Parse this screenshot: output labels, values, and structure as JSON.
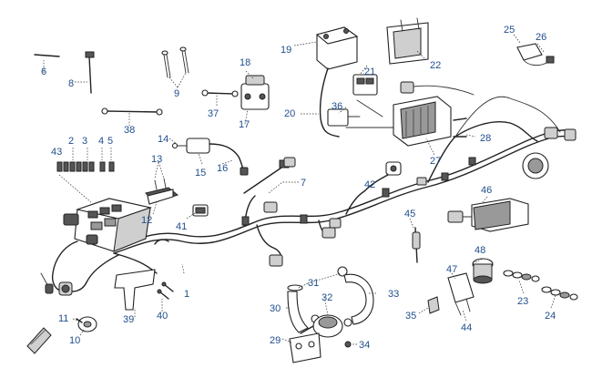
{
  "callouts": [
    {
      "id": "c1",
      "text": "1"
    },
    {
      "id": "c2",
      "text": "2"
    },
    {
      "id": "c3",
      "text": "3"
    },
    {
      "id": "c4",
      "text": "4"
    },
    {
      "id": "c5",
      "text": "5"
    },
    {
      "id": "c6",
      "text": "6"
    },
    {
      "id": "c7",
      "text": "7"
    },
    {
      "id": "c8",
      "text": "8"
    },
    {
      "id": "c9",
      "text": "9"
    },
    {
      "id": "c10",
      "text": "10"
    },
    {
      "id": "c11",
      "text": "11"
    },
    {
      "id": "c12",
      "text": "12"
    },
    {
      "id": "c13",
      "text": "13"
    },
    {
      "id": "c14",
      "text": "14"
    },
    {
      "id": "c15",
      "text": "15"
    },
    {
      "id": "c16",
      "text": "16"
    },
    {
      "id": "c17",
      "text": "17"
    },
    {
      "id": "c18",
      "text": "18"
    },
    {
      "id": "c19",
      "text": "19"
    },
    {
      "id": "c20",
      "text": "20"
    },
    {
      "id": "c21",
      "text": "21"
    },
    {
      "id": "c22",
      "text": "22"
    },
    {
      "id": "c23",
      "text": "23"
    },
    {
      "id": "c24",
      "text": "24"
    },
    {
      "id": "c25",
      "text": "25"
    },
    {
      "id": "c26",
      "text": "26"
    },
    {
      "id": "c27",
      "text": "27"
    },
    {
      "id": "c28",
      "text": "28"
    },
    {
      "id": "c29",
      "text": "29"
    },
    {
      "id": "c30",
      "text": "30"
    },
    {
      "id": "c31",
      "text": "31"
    },
    {
      "id": "c32",
      "text": "32"
    },
    {
      "id": "c33",
      "text": "33"
    },
    {
      "id": "c34",
      "text": "34"
    },
    {
      "id": "c35",
      "text": "35"
    },
    {
      "id": "c36",
      "text": "36"
    },
    {
      "id": "c37",
      "text": "37"
    },
    {
      "id": "c38",
      "text": "38"
    },
    {
      "id": "c39",
      "text": "39"
    },
    {
      "id": "c40",
      "text": "40"
    },
    {
      "id": "c41",
      "text": "41"
    },
    {
      "id": "c42",
      "text": "42"
    },
    {
      "id": "c43",
      "text": "43"
    },
    {
      "id": "c44",
      "text": "44"
    },
    {
      "id": "c45",
      "text": "45"
    },
    {
      "id": "c46",
      "text": "46"
    },
    {
      "id": "c47",
      "text": "47"
    },
    {
      "id": "c48",
      "text": "48"
    }
  ],
  "colors": {
    "callout": "#1f4e8c",
    "line": "#222222",
    "background": "#ffffff"
  }
}
